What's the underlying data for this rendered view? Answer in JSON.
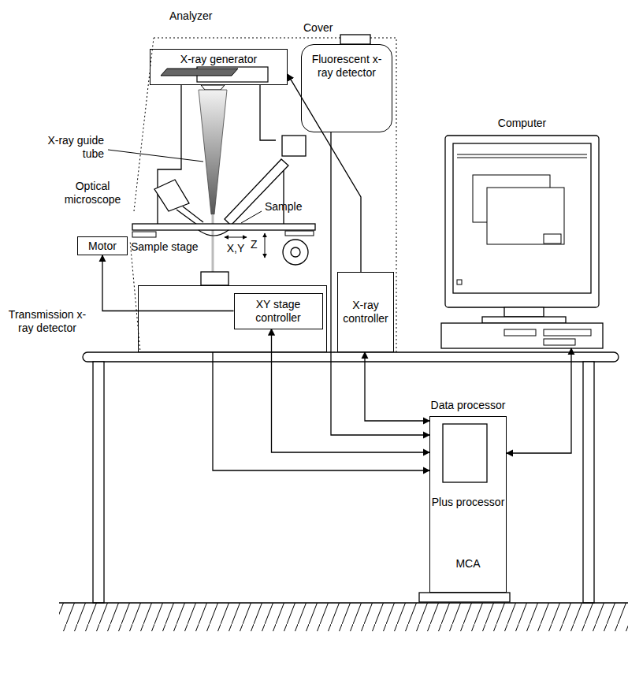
{
  "diagram": {
    "nodes": [
      {
        "text": [
          "X-ray generator"
        ]
      },
      {
        "text": [
          "Fluorescent x-ray detector"
        ]
      },
      {
        "text": [
          "Motor"
        ]
      },
      {
        "text": [
          "Transmission x-ray detector"
        ]
      },
      {
        "text": [
          "XY stage controller"
        ],
        "in": 3
      },
      {
        "text": [
          "X-ray controller"
        ]
      },
      {
        "text": [
          "Computer"
        ]
      },
      {
        "text": [
          "Data processor",
          "Plus processor",
          "MCA"
        ]
      }
    ],
    "edges": [
      {
        "from": 4,
        "to": 2,
        "arrow": "to"
      },
      {
        "from": 5,
        "to": 0,
        "arrow": "to"
      },
      {
        "from": 1,
        "to": 7,
        "arrow": "to"
      },
      {
        "from": 5,
        "to": 7,
        "arrow": "both"
      },
      {
        "from": 4,
        "to": 7,
        "arrow": "both"
      },
      {
        "from": 3,
        "to": 7,
        "arrow": "to"
      },
      {
        "from": 6,
        "to": 7,
        "arrow": "both"
      }
    ],
    "labels": [
      "Analyzer",
      "Cover",
      "X-ray guide tube",
      "Optical microscope",
      "Sample",
      "Sample stage",
      "X,Y",
      "Z"
    ]
  }
}
